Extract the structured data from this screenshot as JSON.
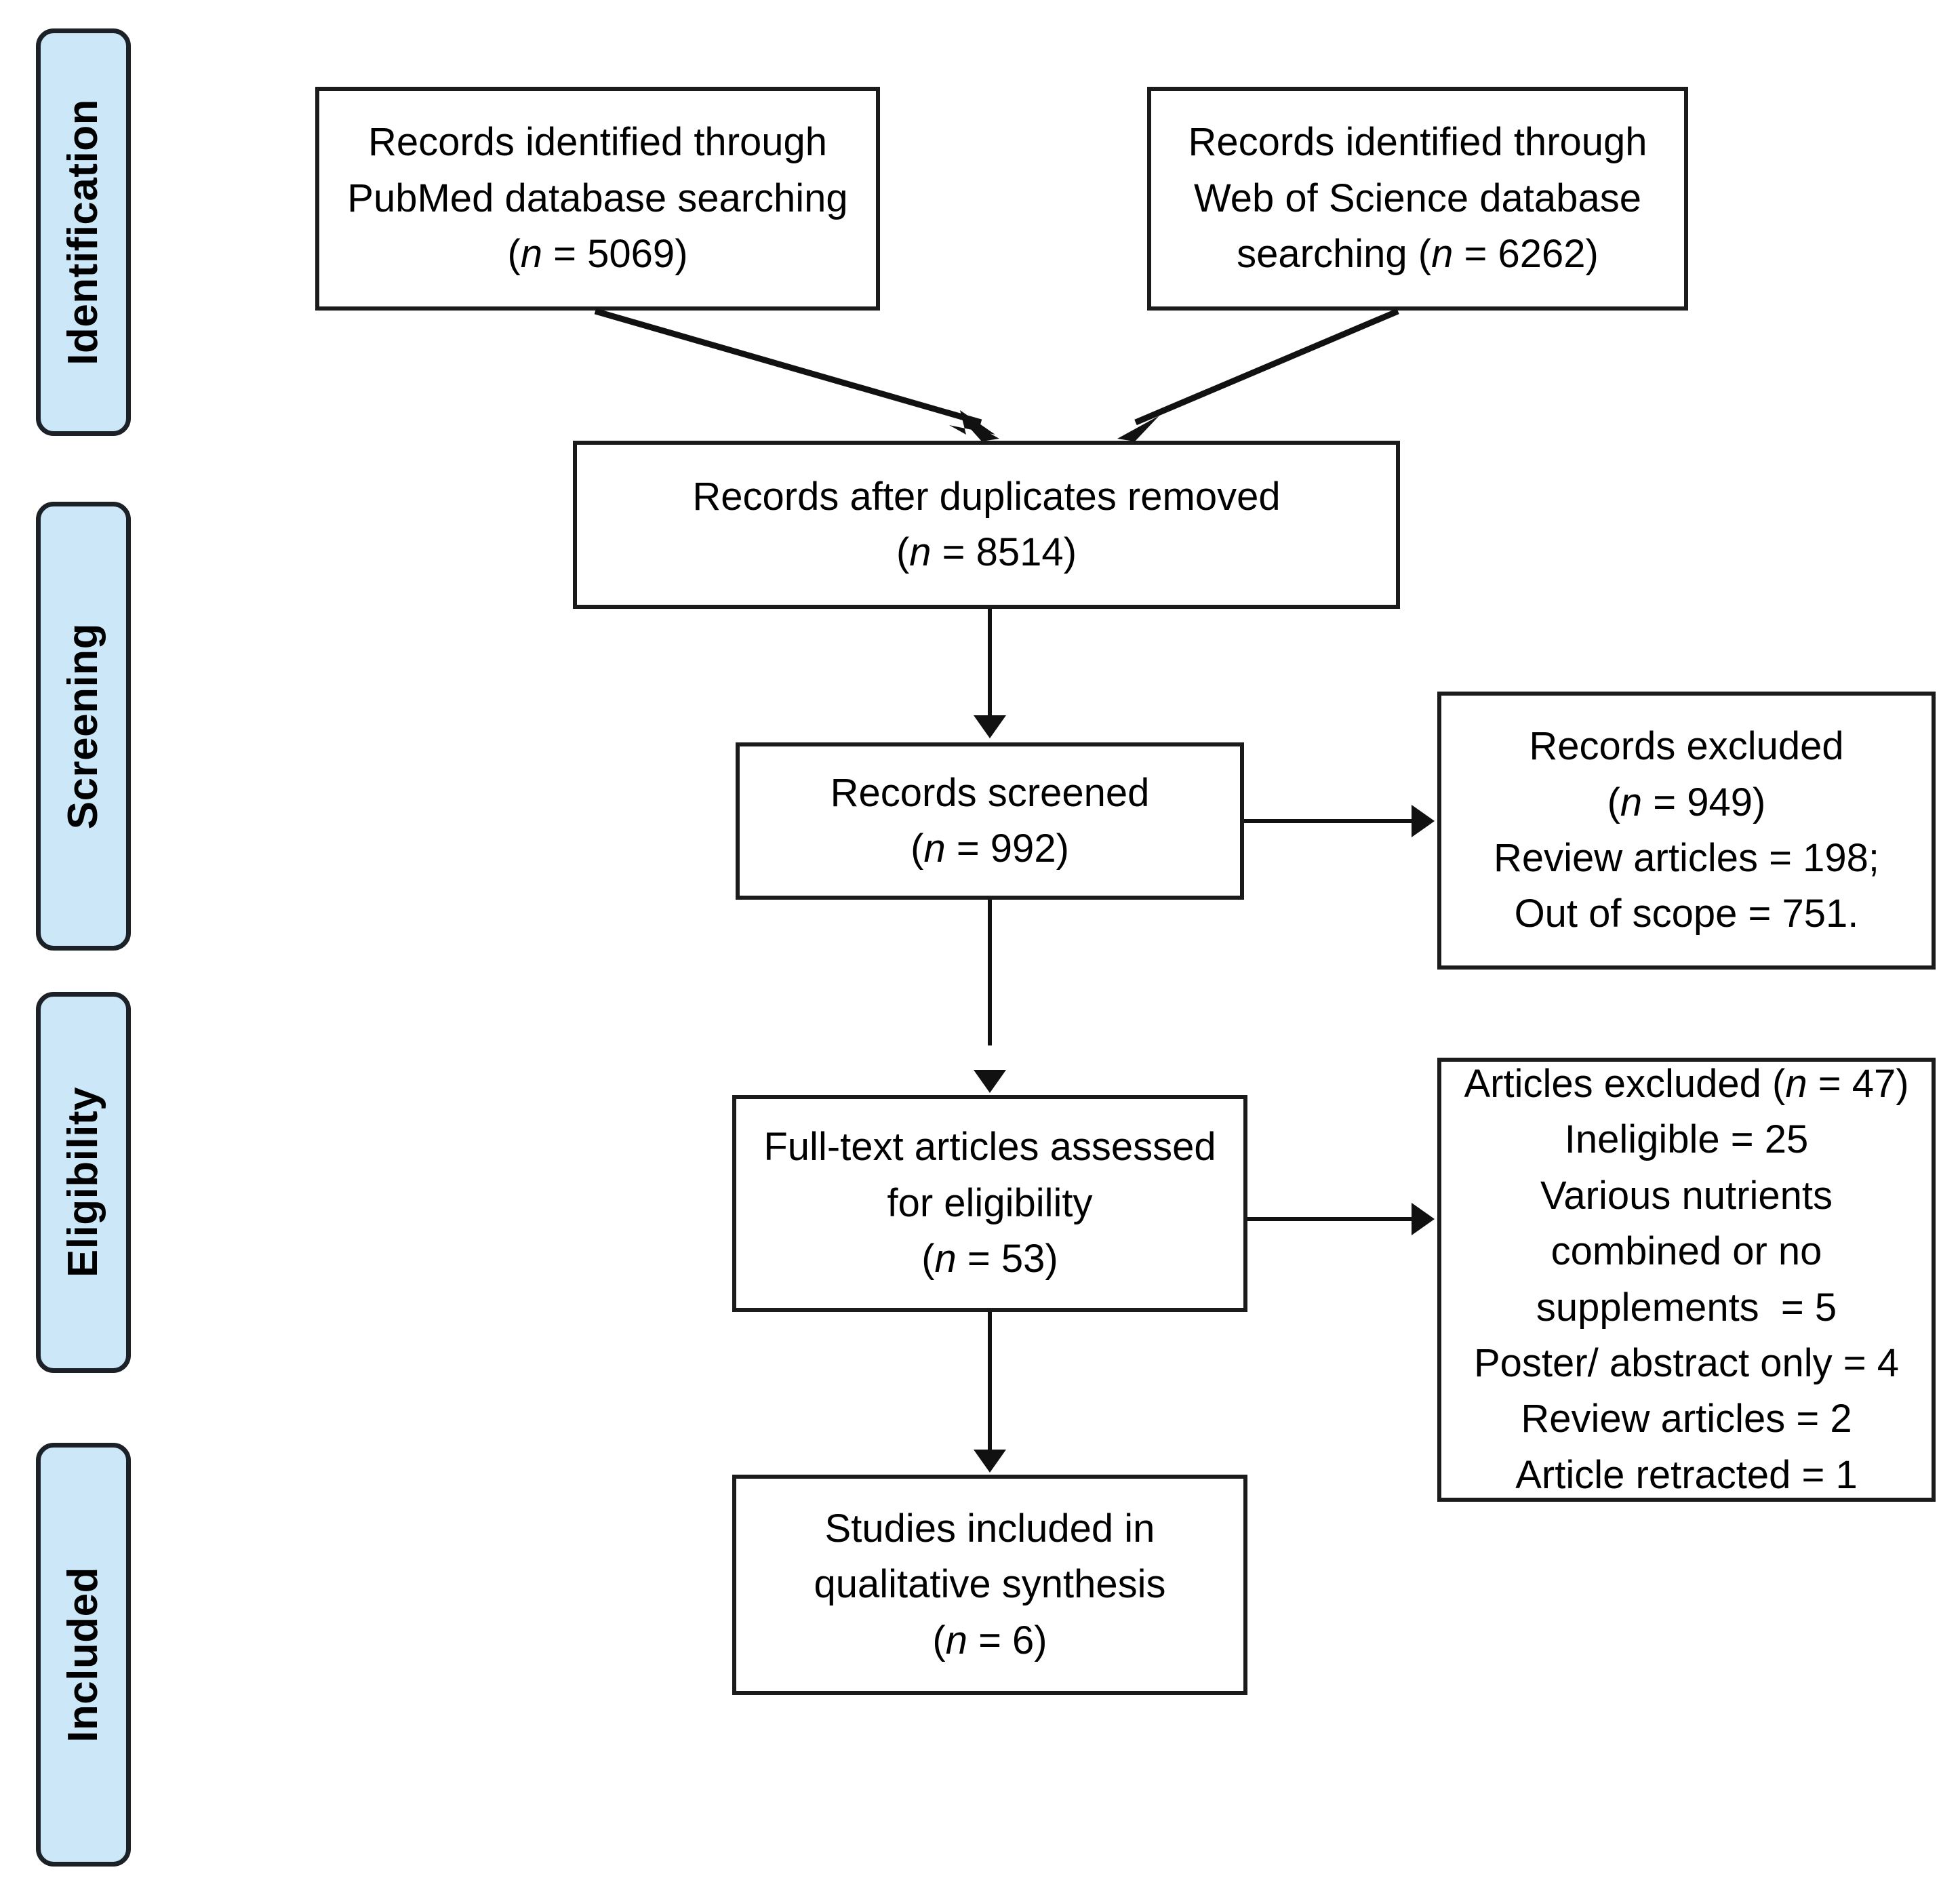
{
  "diagram": {
    "type": "PRISMA flow diagram",
    "accent_blue": "#cbe7f8",
    "border_color": "#1b1b1b"
  },
  "phases": [
    {
      "id": "identification",
      "label": "Identification"
    },
    {
      "id": "screening",
      "label": "Screening"
    },
    {
      "id": "eligibility",
      "label": "Eligibility"
    },
    {
      "id": "included",
      "label": "Included"
    }
  ],
  "boxes": {
    "pubmed": {
      "id": "records-identified-pubmed",
      "line1": "Records identified through",
      "line2": "PubMed database searching",
      "line3_pre": "(",
      "line3_n": "n",
      "line3_post": " = 5069)",
      "count": 5069
    },
    "wos": {
      "id": "records-identified-web-of-science",
      "line1": "Records identified through",
      "line2": "Web of Science database",
      "line3_pre": "searching (",
      "line3_n": "n",
      "line3_post": " = 6262)",
      "count": 6262
    },
    "duplicates": {
      "id": "records-after-duplicates-removed",
      "line1": "Records after duplicates removed",
      "line2_pre": "(",
      "line2_n": "n",
      "line2_post": " = 8514)",
      "count": 8514
    },
    "screened": {
      "id": "records-screened",
      "line1": "Records screened",
      "line2_pre": "(",
      "line2_n": "n",
      "line2_post": " = 992)",
      "count": 992
    },
    "records_excluded": {
      "id": "records-excluded",
      "line1": "Records excluded",
      "line2_pre": "(",
      "line2_n": "n",
      "line2_post": " = 949)",
      "count": 949,
      "line3": "Review articles = 198;",
      "line4": "Out of scope = 751.",
      "reasons": [
        {
          "label": "Review articles",
          "value": 198
        },
        {
          "label": "Out of scope",
          "value": 751
        }
      ]
    },
    "fulltext": {
      "id": "full-text-articles-assessed",
      "line1": "Full-text articles assessed",
      "line2": "for eligibility",
      "line3_pre": "(",
      "line3_n": "n",
      "line3_post": " = 53)",
      "count": 53
    },
    "articles_excluded": {
      "id": "articles-excluded",
      "line1_pre": "Articles excluded (",
      "line1_n": "n",
      "line1_post": " = 47)",
      "count": 47,
      "line2": "Ineligible = 25",
      "line3": "Various nutrients",
      "line4": "combined or no",
      "line5": "supplements  = 5",
      "line6": "Poster/ abstract only = 4",
      "line7": "Review articles = 2",
      "line8": "Article retracted = 1",
      "reasons": [
        {
          "label": "Ineligible",
          "value": 25
        },
        {
          "label": "Various nutrients combined or no supplements",
          "value": 5
        },
        {
          "label": "Poster/ abstract only",
          "value": 4
        },
        {
          "label": "Review articles",
          "value": 2
        },
        {
          "label": "Article retracted",
          "value": 1
        }
      ]
    },
    "included": {
      "id": "studies-included-qualitative-synthesis",
      "line1": "Studies included in",
      "line2": "qualitative synthesis",
      "line3_pre": "(",
      "line3_n": "n",
      "line3_post": " = 6)",
      "count": 6
    }
  }
}
